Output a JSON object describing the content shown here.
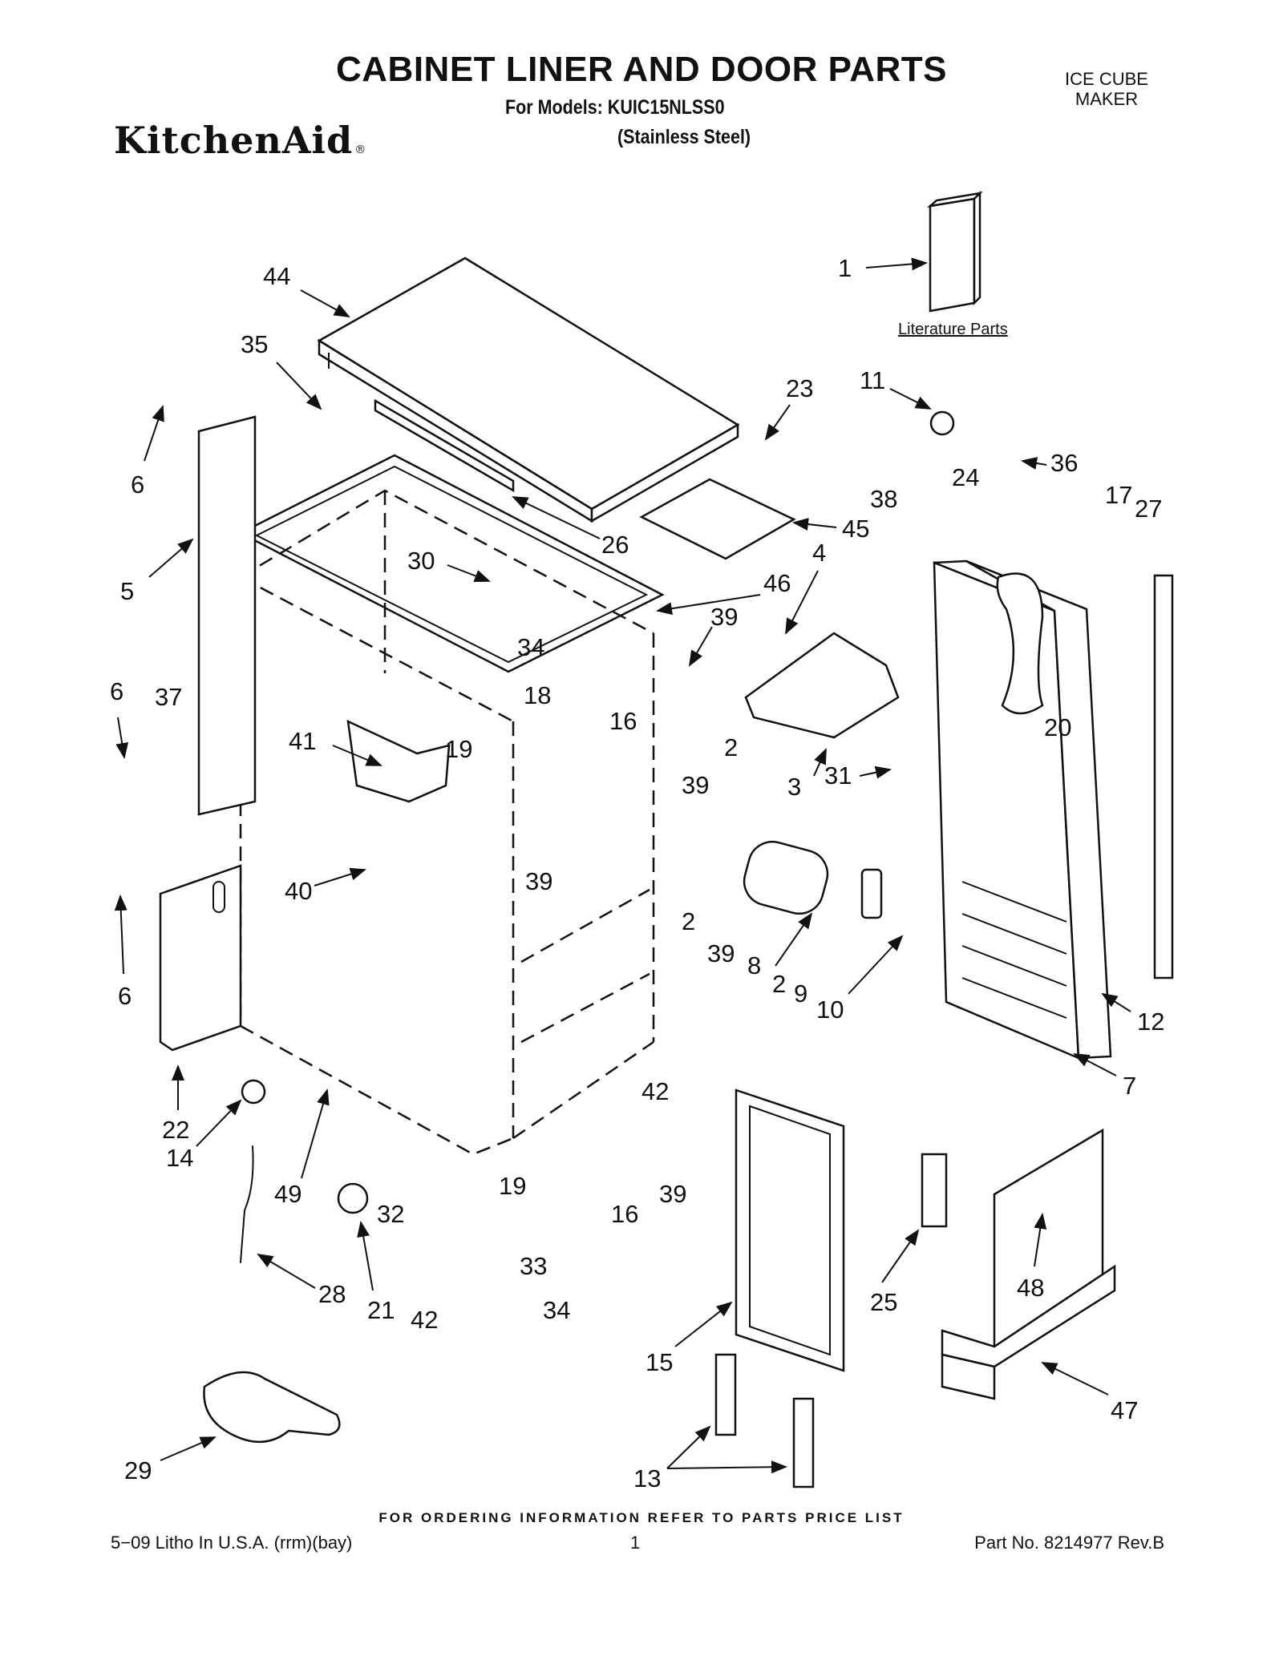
{
  "header": {
    "title": "CABINET LINER AND DOOR PARTS",
    "models": "For Models: KUIC15NLSS0",
    "variant": "(Stainless Steel)",
    "doc_type_line1": "ICE CUBE",
    "doc_type_line2": "MAKER",
    "brand": "KitchenAid"
  },
  "diagram": {
    "literature_label": "Literature Parts"
  },
  "footer": {
    "ordering_note": "FOR ORDERING INFORMATION REFER TO PARTS PRICE LIST",
    "litho": "5−09 Litho In U.S.A. (rrm)(bay)",
    "page_number": "1",
    "part_number": "Part No. 8214977 Rev.B"
  }
}
